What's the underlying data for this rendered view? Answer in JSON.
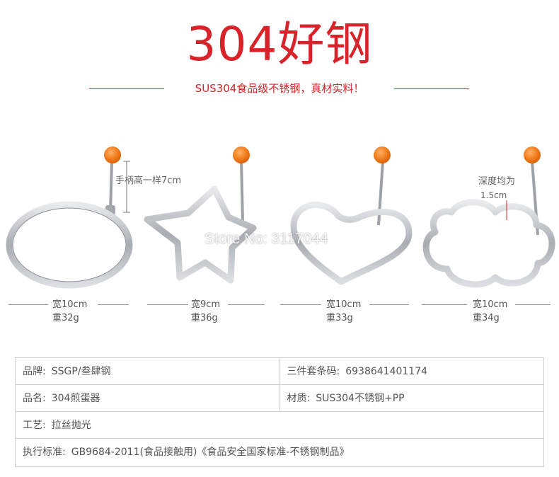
{
  "header": {
    "title": "304好钢",
    "subtitle": "SUS304食品级不锈钢，真材实料！"
  },
  "watermark": "Store No: 3117044",
  "annotations": {
    "handle_height": "手柄高一样7cm",
    "depth_label": "深度均为",
    "depth_value": "1.5cm"
  },
  "products": [
    {
      "shape": "round",
      "width": "宽10cm",
      "weight": "重32g"
    },
    {
      "shape": "star",
      "width": "宽9cm",
      "weight": "重36g"
    },
    {
      "shape": "heart",
      "width": "宽10cm",
      "weight": "重33g"
    },
    {
      "shape": "flower",
      "width": "宽10cm",
      "weight": "重34g"
    }
  ],
  "specs": {
    "brand_label": "品牌:",
    "brand_value": "SSGP/叁肆钢",
    "barcode_label": "三件套条码:",
    "barcode_value": "6938641401174",
    "name_label": "品名:",
    "name_value": "304煎蛋器",
    "material_label": "材质:",
    "material_value": "SUS304不锈钢+PP",
    "process_label": "工艺:",
    "process_value": "拉丝抛光",
    "standard_label": "执行标准:",
    "standard_value": "GB9684-2011(食品接触用)《食品安全国家标准-不锈钢制品》"
  },
  "colors": {
    "accent": "#d8232a",
    "knob": "#f07a1a",
    "steel": "#b9bcc0"
  }
}
